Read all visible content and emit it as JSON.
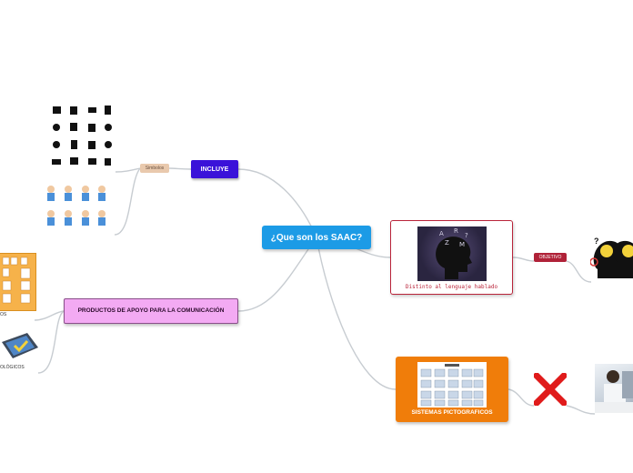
{
  "central_title": "¿Que son los SAAC?",
  "incluye_label": "INCLUYE",
  "simbolos_label": "Simbolos",
  "productos_label": "PRODUCTOS DE APOYO PARA LA COMUNICACIÓN",
  "distinto_label": "Distinto al lenguaje hablado",
  "objetivo_label": "OBJETIVO",
  "sistemas_label": "SISTEMAS PICTOGRAFICOS",
  "cut_label_1": "OS",
  "cut_label_2": "OLÓGICOS",
  "head_image_mark": "?",
  "colors": {
    "central": "#1c9be6",
    "incluye": "#3a12d9",
    "productos": "#f3aaf3",
    "distinto_border": "#b9243a",
    "objetivo": "#b02238",
    "sistemas": "#f07d0a",
    "link": "#c7ccd1"
  }
}
